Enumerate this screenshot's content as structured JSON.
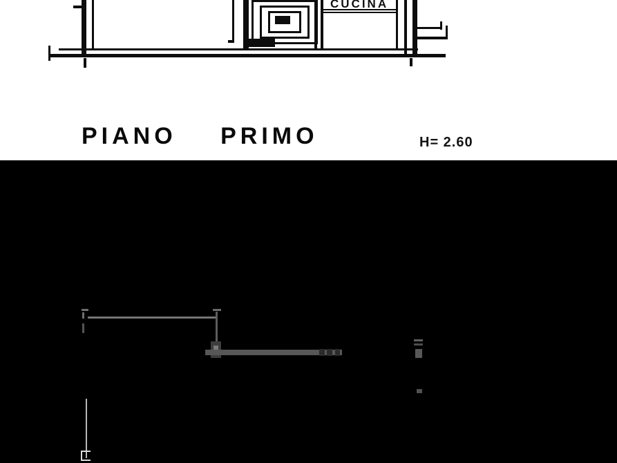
{
  "canvas": {
    "background_color": "#000000",
    "paper_color": "#ffffff",
    "ink_color": "#0d0d0d",
    "faint_mark_color": "#5a5a5a"
  },
  "floor_plan": {
    "room_label": "CUCINA",
    "title": "PIANO PRIMO",
    "height_note": "H= 2.60"
  }
}
